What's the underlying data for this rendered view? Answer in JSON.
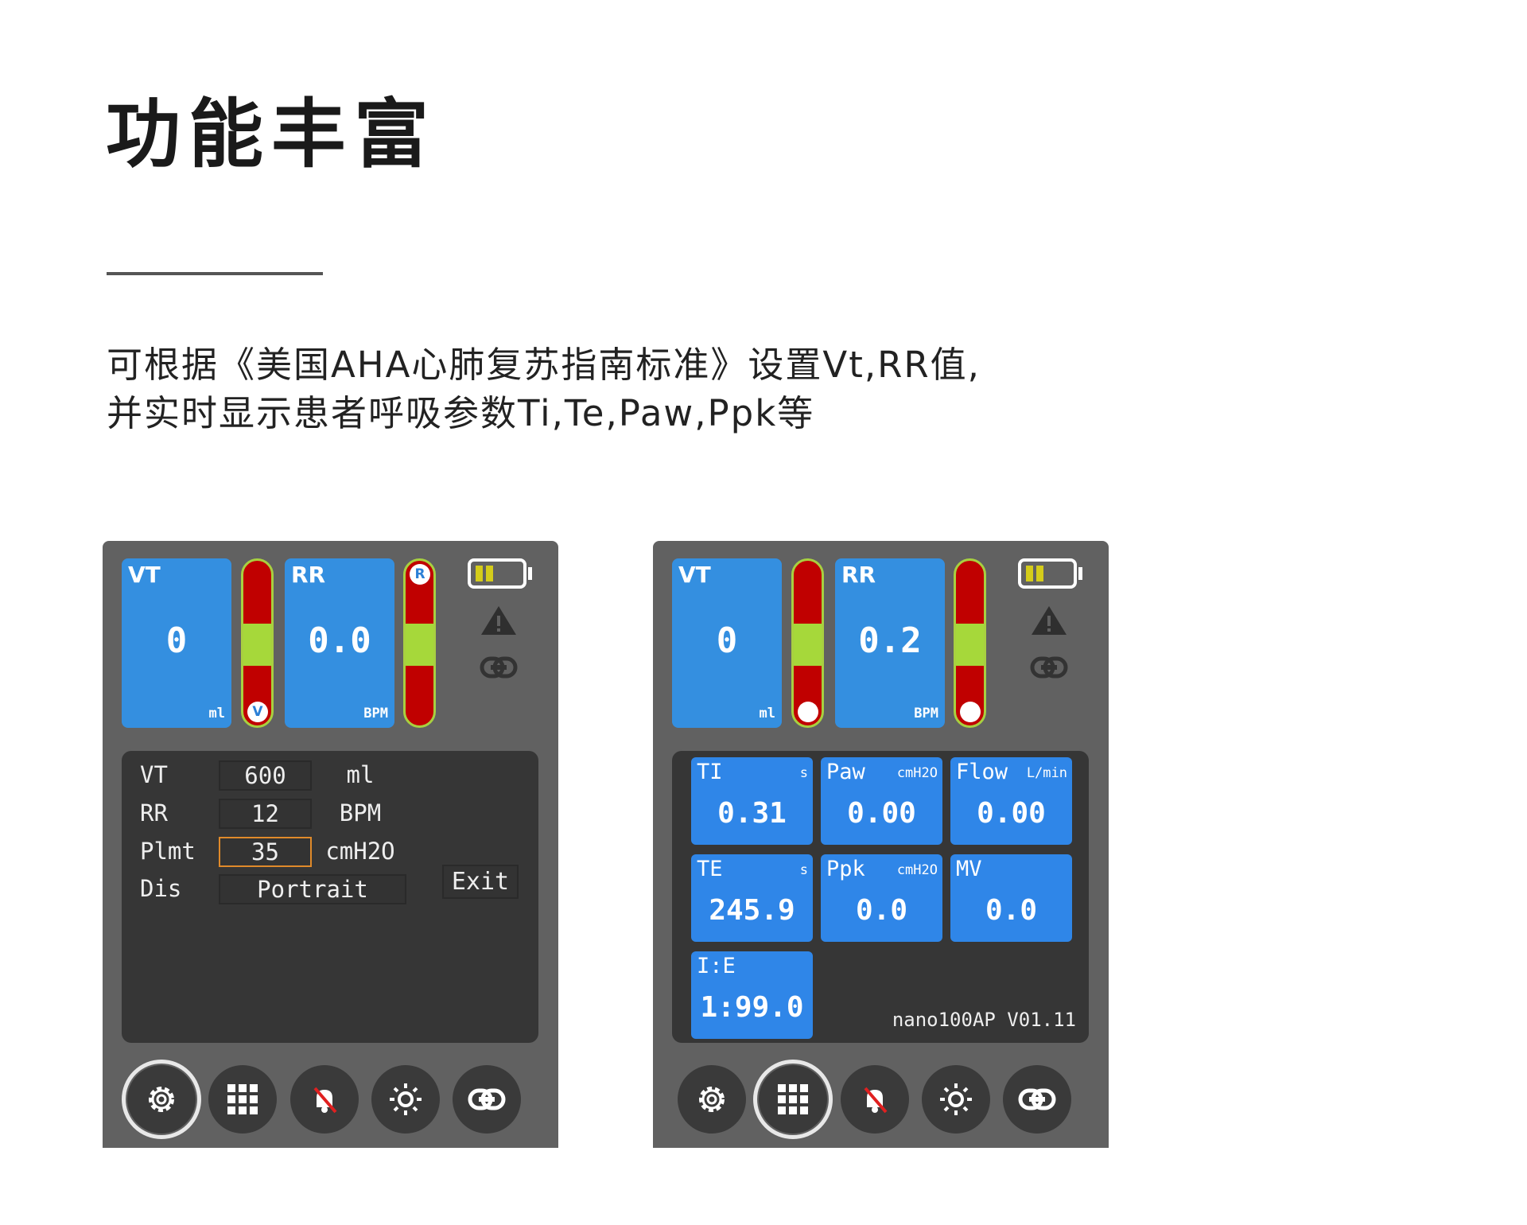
{
  "header": {
    "title": "功能丰富",
    "description_line1": "可根据《美国AHA心肺复苏指南标准》设置Vt,RR值,",
    "description_line2": "并实时显示患者呼吸参数Ti,Te,Paw,Ppk等"
  },
  "colors": {
    "panel": "#616161",
    "dark": "#363636",
    "tile": "#348fe0",
    "alarm_red": "#c00000",
    "ok_green": "#a6d83a",
    "selected_outline": "#e08a2a"
  },
  "screen1": {
    "vt": {
      "label": "VT",
      "value": "0",
      "unit": "ml",
      "marker": "V"
    },
    "rr": {
      "label": "RR",
      "value": "0.0",
      "unit": "BPM",
      "marker": "R"
    },
    "settings": [
      {
        "label": "VT",
        "value": "600",
        "unit": "ml"
      },
      {
        "label": "RR",
        "value": "12",
        "unit": "BPM"
      },
      {
        "label": "Plmt",
        "value": "35",
        "unit": "cmH2O"
      },
      {
        "label": "Dis",
        "value": "Portrait"
      }
    ],
    "exit_label": "Exit"
  },
  "screen2": {
    "vt": {
      "label": "VT",
      "value": "0",
      "unit": "ml"
    },
    "rr": {
      "label": "RR",
      "value": "0.2",
      "unit": "BPM"
    },
    "params": [
      {
        "label": "TI",
        "unit": "s",
        "value": "0.31"
      },
      {
        "label": "Paw",
        "unit": "cmH2O",
        "value": "0.00"
      },
      {
        "label": "Flow",
        "unit": "L/min",
        "value": "0.00"
      },
      {
        "label": "TE",
        "unit": "s",
        "value": "245.9"
      },
      {
        "label": "Ppk",
        "unit": "cmH2O",
        "value": "0.0"
      },
      {
        "label": "MV",
        "unit": "",
        "value": "0.0"
      },
      {
        "label": "I:E",
        "unit": "",
        "value": "1:99.0"
      }
    ],
    "version": "nano100AP  V01.11"
  },
  "toolbar": [
    "gear-icon",
    "grid-icon",
    "bell-muted-icon",
    "brightness-icon",
    "link-icon"
  ]
}
